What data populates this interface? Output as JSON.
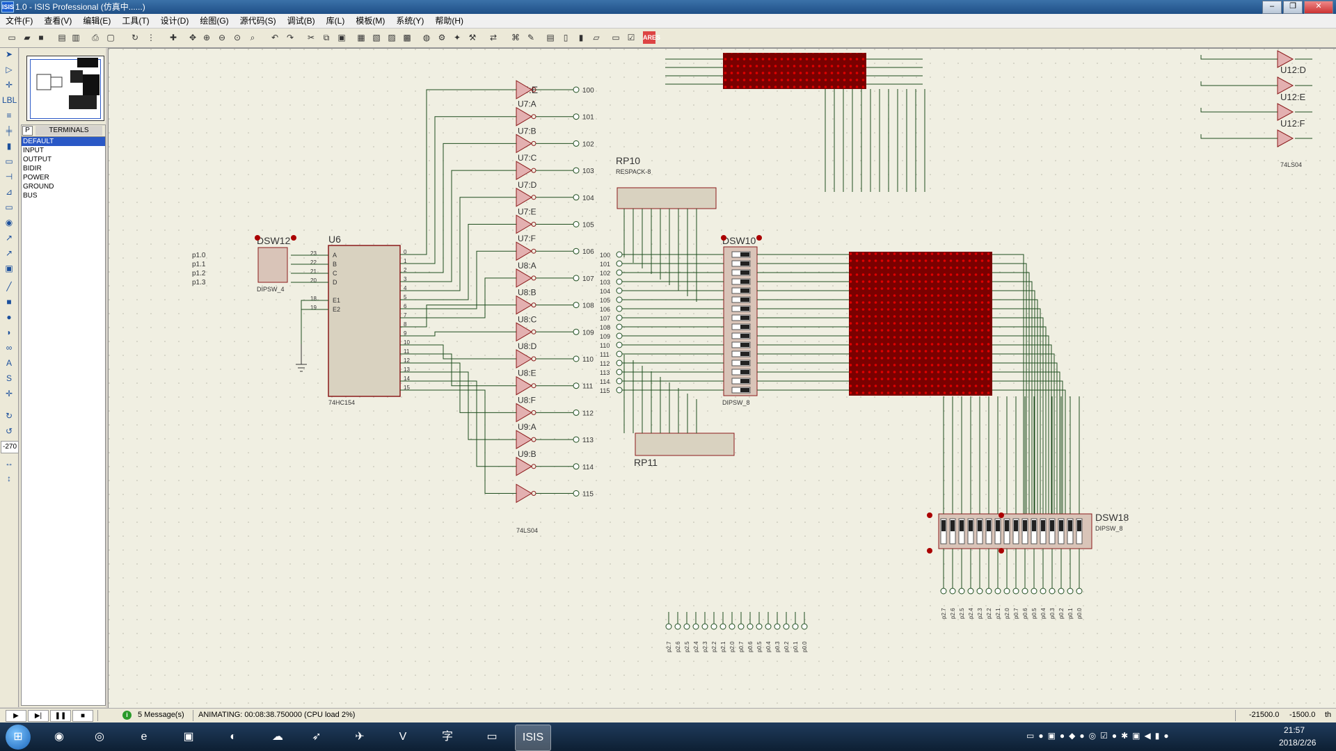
{
  "window": {
    "title": "1.0 - ISIS Professional (仿真中......)",
    "app_icon": "ISIS"
  },
  "menu": [
    "文件(F)",
    "查看(V)",
    "编辑(E)",
    "工具(T)",
    "设计(D)",
    "绘图(G)",
    "源代码(S)",
    "调试(B)",
    "库(L)",
    "模板(M)",
    "系统(Y)",
    "帮助(H)"
  ],
  "sidebar": {
    "rotation_value": "-270",
    "panel_button": "P",
    "panel_title": "TERMINALS",
    "terminals": [
      "DEFAULT",
      "INPUT",
      "OUTPUT",
      "BIDIR",
      "POWER",
      "GROUND",
      "BUS"
    ],
    "selected_terminal": "DEFAULT"
  },
  "schematic": {
    "u5e_label": "U5:E",
    "u6": {
      "ref": "U6",
      "part": "74HC154",
      "inputs": [
        "A",
        "B",
        "C",
        "D",
        "E1",
        "E2"
      ],
      "input_pins": [
        "23",
        "22",
        "21",
        "20",
        "18",
        "19"
      ]
    },
    "dsw12": {
      "ref": "DSW12",
      "part": "DIPSW_4",
      "ports": [
        "p1.0",
        "p1.1",
        "p1.2",
        "p1.3"
      ]
    },
    "rp10": {
      "ref": "RP10",
      "part": "RESPACK-8"
    },
    "rp11": {
      "ref": "RP11"
    },
    "dsw10": {
      "ref": "DSW10",
      "part": "DIPSW_8"
    },
    "dsw18": {
      "ref": "DSW18",
      "part": "DIPSW_8"
    },
    "inverter_part": "74LS04",
    "inverter_labels": [
      "U5:E",
      "U7:A",
      "U7:B",
      "U7:C",
      "U7:D",
      "U7:E",
      "U7:F",
      "U8:A",
      "U8:B",
      "U8:C",
      "U8:D",
      "U8:E",
      "U8:F",
      "U9:A",
      "U9:B"
    ],
    "nets": [
      "100",
      "101",
      "102",
      "103",
      "104",
      "105",
      "106",
      "107",
      "108",
      "109",
      "110",
      "111",
      "112",
      "113",
      "114",
      "115"
    ],
    "top_right_gates": [
      "U12:D",
      "U12:E",
      "U12:F"
    ],
    "bottom_ports": [
      "p2.7",
      "p2.6",
      "p2.5",
      "p2.4",
      "p2.3",
      "p2.2",
      "p2.1",
      "p2.0",
      "p0.7",
      "p0.6",
      "p0.5",
      "p0.4",
      "p0.3",
      "p0.2",
      "p0.1",
      "p0.0"
    ]
  },
  "status": {
    "messages": "5 Message(s)",
    "animating": "ANIMATING: 00:08:38.750000 (CPU load 2%)",
    "coord_x": "-21500.0",
    "coord_y": "-1500.0",
    "units": "th"
  },
  "taskbar": {
    "time": "21:57",
    "date": "2018/2/26",
    "active_app": "ISIS"
  }
}
